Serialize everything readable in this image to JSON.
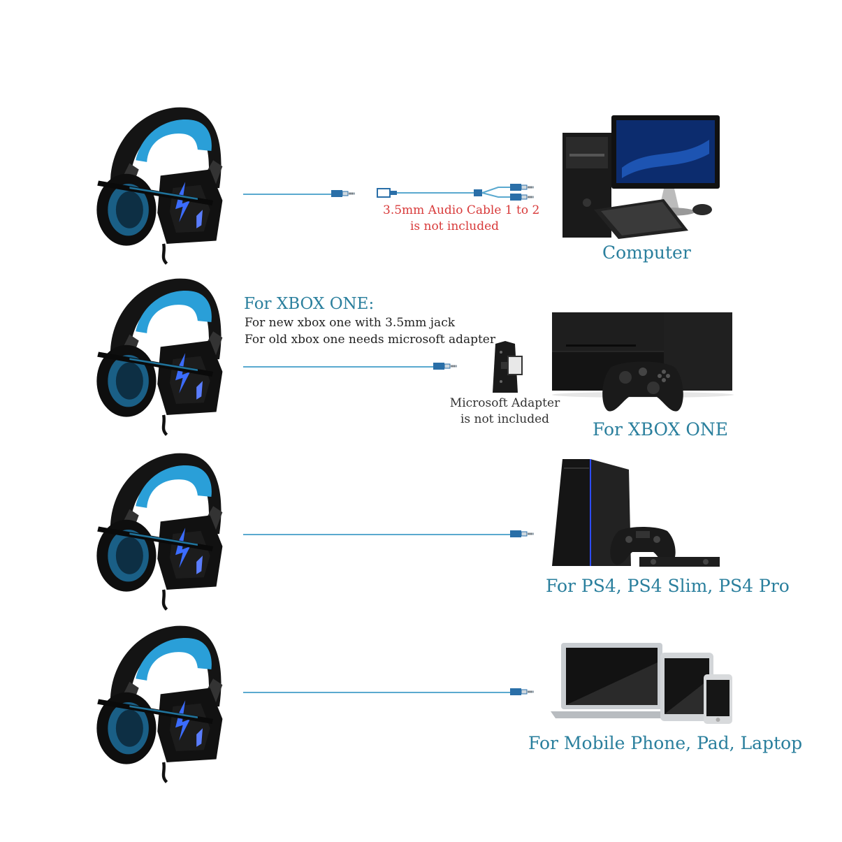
{
  "rows": [
    {
      "device_label": "Computer",
      "note_line1": "3.5mm Audio Cable 1 to 2",
      "note_line2": "is not included"
    },
    {
      "title": "For XBOX ONE:",
      "line1": "For new xbox one with 3.5mm jack",
      "line2": "For old xbox one needs microsoft adapter",
      "adapter_line1": "Microsoft Adapter",
      "adapter_line2": "is not included",
      "device_label": "For XBOX ONE"
    },
    {
      "device_label": "For PS4, PS4 Slim, PS4 Pro"
    },
    {
      "device_label": "For Mobile Phone, Pad, Laptop"
    }
  ],
  "colors": {
    "accent_blue": "#2a9fd8",
    "label_teal": "#2a7f9d",
    "note_red": "#d83a3a",
    "cable": "#5aa9cf"
  },
  "icons": [
    "headset-icon",
    "jack-plug-icon",
    "computer-icon",
    "xbox-console-icon",
    "xbox-controller-icon",
    "microsoft-adapter-icon",
    "ps4-console-icon",
    "ps4-controller-icon",
    "laptop-icon",
    "tablet-icon",
    "phone-icon"
  ]
}
